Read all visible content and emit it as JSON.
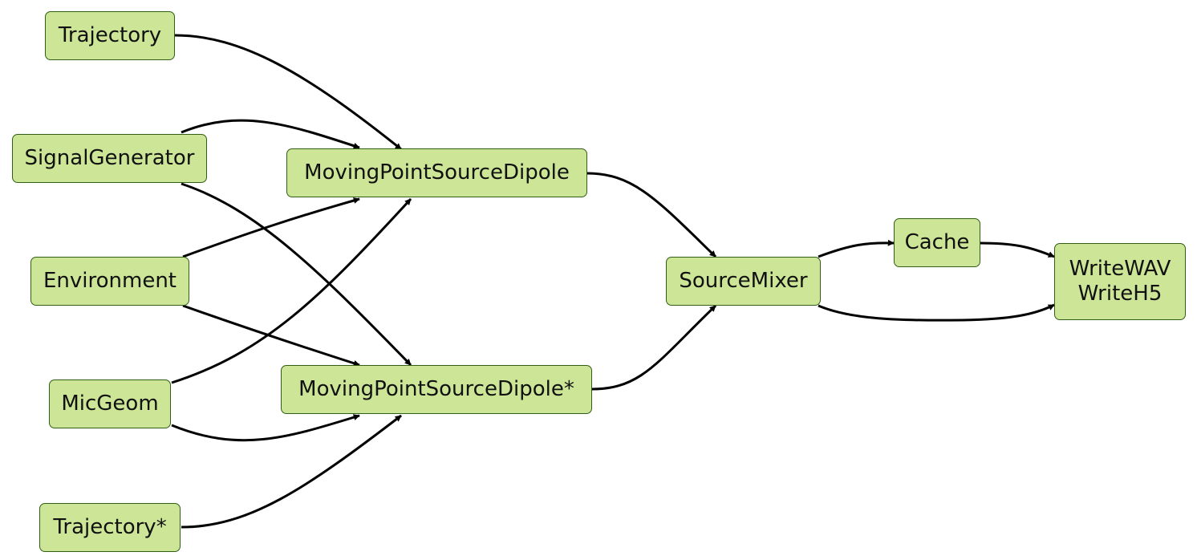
{
  "colors": {
    "node_fill": "#cde597",
    "node_border": "#2f5e14",
    "edge": "#000000"
  },
  "nodes": {
    "trajectory": "Trajectory",
    "signal_generator": "SignalGenerator",
    "environment": "Environment",
    "mic_geom": "MicGeom",
    "trajectory_star": "Trajectory*",
    "mpsd": "MovingPointSourceDipole",
    "mpsd_star": "MovingPointSourceDipole*",
    "source_mixer": "SourceMixer",
    "cache": "Cache",
    "write_wav": "WriteWAV",
    "write_h5": "WriteH5"
  },
  "edges": [
    {
      "from": "trajectory",
      "to": "mpsd"
    },
    {
      "from": "signal_generator",
      "to": "mpsd"
    },
    {
      "from": "environment",
      "to": "mpsd"
    },
    {
      "from": "mic_geom",
      "to": "mpsd"
    },
    {
      "from": "signal_generator",
      "to": "mpsd_star"
    },
    {
      "from": "environment",
      "to": "mpsd_star"
    },
    {
      "from": "mic_geom",
      "to": "mpsd_star"
    },
    {
      "from": "trajectory_star",
      "to": "mpsd_star"
    },
    {
      "from": "mpsd",
      "to": "source_mixer"
    },
    {
      "from": "mpsd_star",
      "to": "source_mixer"
    },
    {
      "from": "source_mixer",
      "to": "cache"
    },
    {
      "from": "cache",
      "to": "write_wav"
    },
    {
      "from": "source_mixer",
      "to": "write_wav"
    }
  ]
}
